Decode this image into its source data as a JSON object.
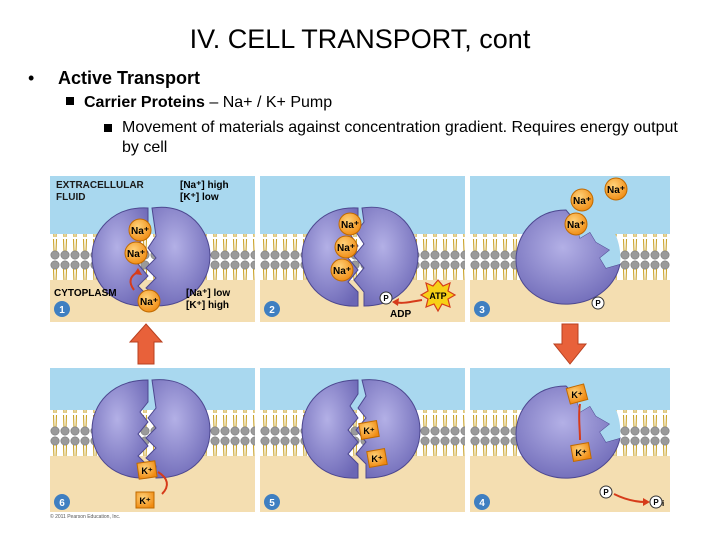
{
  "slide": {
    "title": "IV.  CELL TRANSPORT, cont",
    "bullet1": "Active Transport",
    "bullet2_bold": "Carrier Proteins",
    "bullet2_rest": " – Na+ / K+ Pump",
    "bullet3": "Movement of materials against concentration gradient.  Requires energy output by cell"
  },
  "figure": {
    "extracellular_label": [
      "EXTRACELLULAR",
      "FLUID"
    ],
    "extracellular_conc": [
      "[Na⁺] high",
      "[K⁺] low"
    ],
    "cytoplasm_label": "CYTOPLASM",
    "cytoplasm_conc": [
      "[Na⁺] low",
      "[K⁺] high"
    ],
    "ion_na": "Na⁺",
    "ion_k": "K⁺",
    "atp": "ATP",
    "adp": "ADP",
    "phosphate": "P",
    "copyright": "© 2011 Pearson Education, Inc.",
    "steps": [
      "1",
      "2",
      "3",
      "4",
      "5",
      "6"
    ]
  },
  "colors": {
    "extracellular": "#a9d8ef",
    "cytoplasm": "#f4deb1",
    "protein": "#8580c8",
    "na_ion": "#f5a623",
    "step_badge": "#3f7fc1",
    "arrow": "#e8613a"
  }
}
